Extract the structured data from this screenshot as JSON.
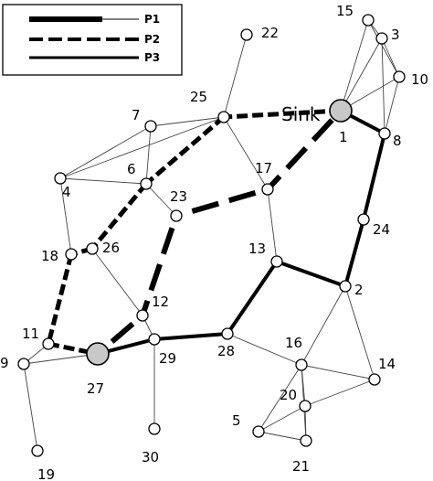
{
  "legend": {
    "entries": [
      {
        "key": "P1",
        "label": "P1",
        "style": "thick-solid-then-thin"
      },
      {
        "key": "P2",
        "label": "P2",
        "style": "dashed"
      },
      {
        "key": "P3",
        "label": "P3",
        "style": "medium-solid"
      }
    ]
  },
  "sink_title": "Sink",
  "colors": {
    "line": "#000000",
    "node_fill": "#ffffff",
    "sink_fill": "#c8c8c8",
    "thin_edge": "#444444"
  },
  "nodes": [
    {
      "id": "1",
      "label": "1",
      "special": true
    },
    {
      "id": "2",
      "label": "2"
    },
    {
      "id": "3",
      "label": "3"
    },
    {
      "id": "4",
      "label": "4"
    },
    {
      "id": "5",
      "label": "5"
    },
    {
      "id": "6",
      "label": "6"
    },
    {
      "id": "7",
      "label": "7"
    },
    {
      "id": "8",
      "label": "8"
    },
    {
      "id": "9",
      "label": "9"
    },
    {
      "id": "10",
      "label": "10"
    },
    {
      "id": "11",
      "label": "11"
    },
    {
      "id": "12",
      "label": "12"
    },
    {
      "id": "13",
      "label": "13"
    },
    {
      "id": "14",
      "label": "14"
    },
    {
      "id": "15",
      "label": "15"
    },
    {
      "id": "16",
      "label": "16"
    },
    {
      "id": "17",
      "label": "17"
    },
    {
      "id": "18",
      "label": "18"
    },
    {
      "id": "19",
      "label": "19"
    },
    {
      "id": "20",
      "label": "20"
    },
    {
      "id": "21",
      "label": "21"
    },
    {
      "id": "22",
      "label": "22"
    },
    {
      "id": "23",
      "label": "23"
    },
    {
      "id": "24",
      "label": "24"
    },
    {
      "id": "25",
      "label": "25"
    },
    {
      "id": "26",
      "label": "26"
    },
    {
      "id": "27",
      "label": "27",
      "special": true
    },
    {
      "id": "28",
      "label": "28"
    },
    {
      "id": "29",
      "label": "29"
    },
    {
      "id": "30",
      "label": "30"
    }
  ],
  "edges": [
    {
      "from": "1",
      "to": "25",
      "type": "P2"
    },
    {
      "from": "25",
      "to": "6",
      "type": "P2"
    },
    {
      "from": "6",
      "to": "26",
      "type": "P2"
    },
    {
      "from": "26",
      "to": "18",
      "type": "P2"
    },
    {
      "from": "18",
      "to": "11",
      "type": "P2"
    },
    {
      "from": "11",
      "to": "27",
      "type": "P2"
    },
    {
      "from": "1",
      "to": "17",
      "type": "P1"
    },
    {
      "from": "17",
      "to": "23",
      "type": "P1"
    },
    {
      "from": "23",
      "to": "12",
      "type": "P1"
    },
    {
      "from": "12",
      "to": "27",
      "type": "P1"
    },
    {
      "from": "1",
      "to": "8",
      "type": "P3"
    },
    {
      "from": "8",
      "to": "24",
      "type": "P3"
    },
    {
      "from": "24",
      "to": "2",
      "type": "P3"
    },
    {
      "from": "2",
      "to": "13",
      "type": "P3"
    },
    {
      "from": "13",
      "to": "28",
      "type": "P3"
    },
    {
      "from": "28",
      "to": "29",
      "type": "P3"
    },
    {
      "from": "29",
      "to": "27",
      "type": "P3"
    },
    {
      "from": "1",
      "to": "15",
      "type": "thin"
    },
    {
      "from": "1",
      "to": "3",
      "type": "thin"
    },
    {
      "from": "1",
      "to": "10",
      "type": "thin"
    },
    {
      "from": "15",
      "to": "3",
      "type": "thin"
    },
    {
      "from": "15",
      "to": "10",
      "type": "thin"
    },
    {
      "from": "3",
      "to": "10",
      "type": "thin"
    },
    {
      "from": "3",
      "to": "8",
      "type": "thin"
    },
    {
      "from": "10",
      "to": "8",
      "type": "thin"
    },
    {
      "from": "25",
      "to": "22",
      "type": "thin"
    },
    {
      "from": "25",
      "to": "7",
      "type": "thin"
    },
    {
      "from": "25",
      "to": "17",
      "type": "thin"
    },
    {
      "from": "25",
      "to": "4",
      "type": "thin"
    },
    {
      "from": "7",
      "to": "6",
      "type": "thin"
    },
    {
      "from": "7",
      "to": "4",
      "type": "thin"
    },
    {
      "from": "6",
      "to": "4",
      "type": "thin"
    },
    {
      "from": "6",
      "to": "23",
      "type": "thin"
    },
    {
      "from": "4",
      "to": "18",
      "type": "thin"
    },
    {
      "from": "26",
      "to": "12",
      "type": "thin"
    },
    {
      "from": "17",
      "to": "13",
      "type": "thin"
    },
    {
      "from": "11",
      "to": "9",
      "type": "thin"
    },
    {
      "from": "9",
      "to": "27",
      "type": "thin"
    },
    {
      "from": "9",
      "to": "19",
      "type": "thin"
    },
    {
      "from": "12",
      "to": "29",
      "type": "thin"
    },
    {
      "from": "29",
      "to": "30",
      "type": "thin"
    },
    {
      "from": "28",
      "to": "16",
      "type": "thin"
    },
    {
      "from": "2",
      "to": "16",
      "type": "thin"
    },
    {
      "from": "2",
      "to": "14",
      "type": "thin"
    },
    {
      "from": "16",
      "to": "14",
      "type": "thin"
    },
    {
      "from": "16",
      "to": "20",
      "type": "thin"
    },
    {
      "from": "16",
      "to": "5",
      "type": "thin"
    },
    {
      "from": "16",
      "to": "21",
      "type": "thin"
    },
    {
      "from": "14",
      "to": "20",
      "type": "thin"
    },
    {
      "from": "20",
      "to": "5",
      "type": "thin"
    },
    {
      "from": "20",
      "to": "21",
      "type": "thin"
    },
    {
      "from": "5",
      "to": "21",
      "type": "thin"
    }
  ]
}
